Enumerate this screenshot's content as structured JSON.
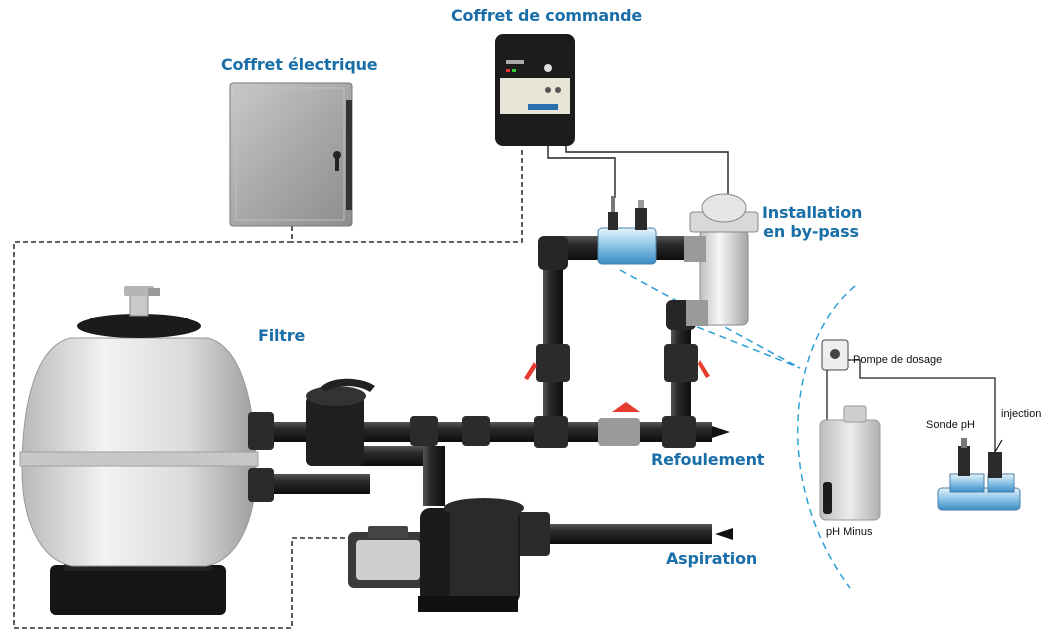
{
  "labels": {
    "coffret_commande": "Coffret de commande",
    "coffret_electrique": "Coffret électrique",
    "installation_line1": "Installation",
    "installation_line2": "en by-pass",
    "filtre": "Filtre",
    "refoulement": "Refoulement",
    "aspiration": "Aspiration",
    "pompe_dosage": "Pompe de dosage",
    "sonde_ph": "Sonde pH",
    "injection": "injection",
    "ph_minus": "pH Minus"
  },
  "colors": {
    "label_blue": "#1a6fa8",
    "pipe_black": "#1b1b1b",
    "dashed_line": "#333333",
    "callout_blue": "#2a9fd6",
    "cabinet_grey": "#9a9a9a",
    "filter_grey": "#d8d8d8"
  }
}
